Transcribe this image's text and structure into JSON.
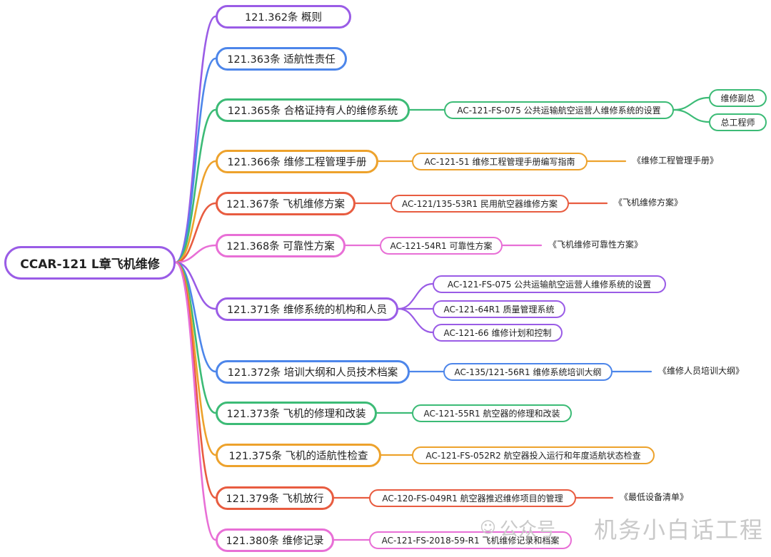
{
  "colors": {
    "purple": "#9a5ce6",
    "blue": "#4d86ea",
    "green": "#3cbb76",
    "orange": "#eda22c",
    "red": "#e85c40",
    "pink": "#e86fd6"
  },
  "root": {
    "label": "CCAR-121 L章飞机维修"
  },
  "branches": [
    {
      "label": "121.362条 概则",
      "color": "purple",
      "children": []
    },
    {
      "label": "121.363条 适航性责任",
      "color": "blue",
      "children": []
    },
    {
      "label": "121.365条 合格证持有人的维修系统",
      "color": "green",
      "children": [
        {
          "label": "AC-121-FS-075 公共运输航空运营人维修系统的设置",
          "children": [
            {
              "label": "维修副总"
            },
            {
              "label": "总工程师"
            }
          ]
        }
      ]
    },
    {
      "label": "121.366条 维修工程管理手册",
      "color": "orange",
      "children": [
        {
          "label": "AC-121-51 维修工程管理手册编写指南",
          "leaf": "《维修工程管理手册》"
        }
      ]
    },
    {
      "label": "121.367条 飞机维修方案",
      "color": "red",
      "children": [
        {
          "label": "AC-121/135-53R1 民用航空器维修方案",
          "leaf": "《飞机维修方案》"
        }
      ]
    },
    {
      "label": "121.368条 可靠性方案",
      "color": "pink",
      "children": [
        {
          "label": "AC-121-54R1 可靠性方案",
          "leaf": "《飞机维修可靠性方案》"
        }
      ]
    },
    {
      "label": "121.371条 维修系统的机构和人员",
      "color": "purple",
      "children": [
        {
          "label": "AC-121-FS-075 公共运输航空运营人维修系统的设置"
        },
        {
          "label": "AC-121-64R1 质量管理系统"
        },
        {
          "label": "AC-121-66 维修计划和控制"
        }
      ]
    },
    {
      "label": "121.372条 培训大纲和人员技术档案",
      "color": "blue",
      "children": [
        {
          "label": "AC-135/121-56R1 维修系统培训大纲",
          "leaf": "《维修人员培训大纲》"
        }
      ]
    },
    {
      "label": "121.373条 飞机的修理和改装",
      "color": "green",
      "children": [
        {
          "label": "AC-121-55R1 航空器的修理和改装"
        }
      ]
    },
    {
      "label": "121.375条 飞机的适航性检查",
      "color": "orange",
      "children": [
        {
          "label": "AC-121-FS-052R2 航空器投入运行和年度适航状态检查"
        }
      ]
    },
    {
      "label": "121.379条 飞机放行",
      "color": "red",
      "children": [
        {
          "label": "AC-120-FS-049R1 航空器推迟维修项目的管理",
          "leaf": "《最低设备清单》"
        }
      ]
    },
    {
      "label": "121.380条 维修记录",
      "color": "pink",
      "children": [
        {
          "label": "AC-121-FS-2018-59-R1 飞机维修记录和档案"
        }
      ]
    }
  ],
  "watermark": {
    "text1": "公众号",
    "text2": "机务小白话工程"
  }
}
